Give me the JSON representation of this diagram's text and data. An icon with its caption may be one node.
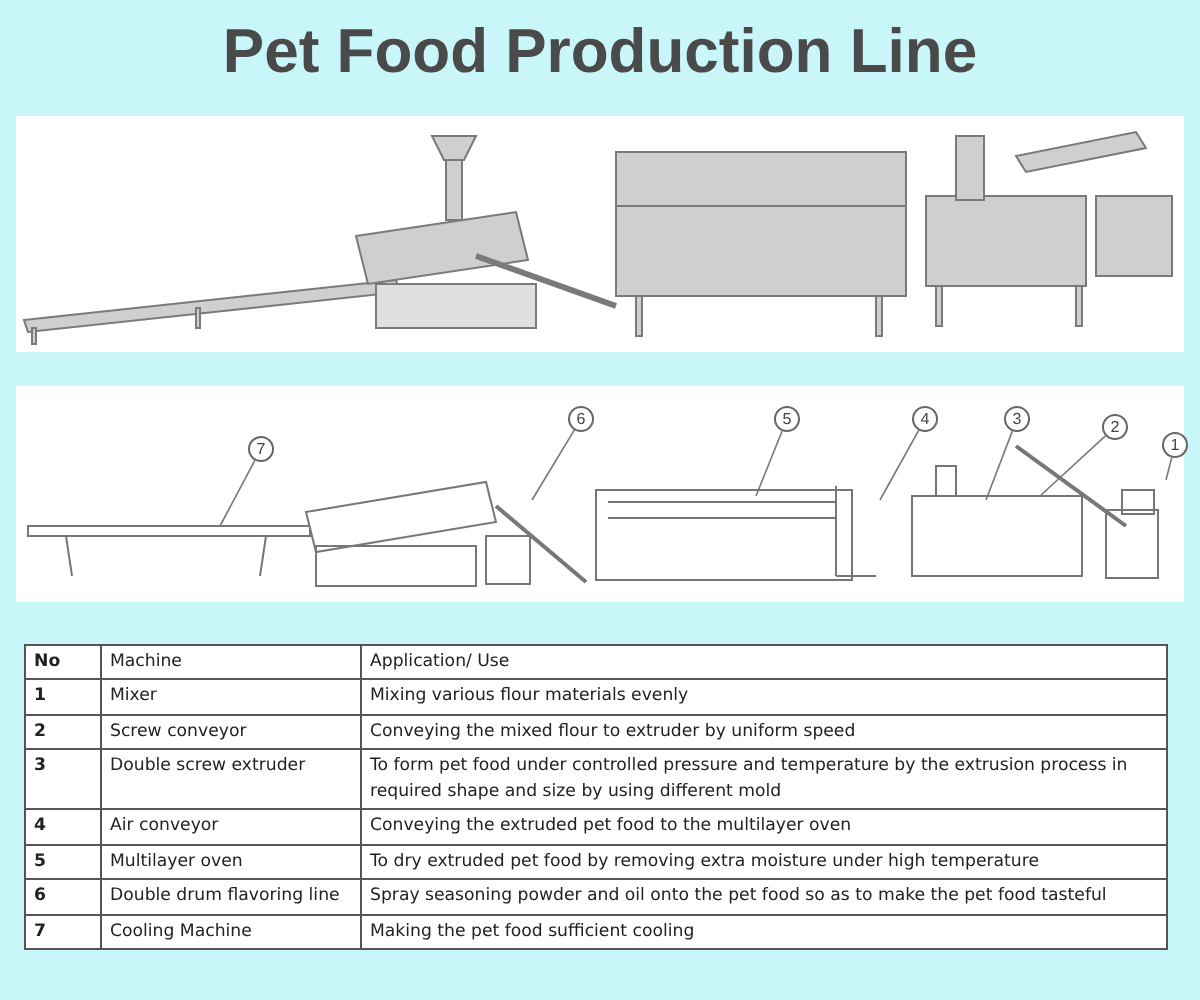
{
  "diagram": {
    "title": "Pet Food Production Line",
    "nodes": [
      {
        "text": [
          "7"
        ]
      },
      {
        "text": [
          "6"
        ]
      },
      {
        "text": [
          "5"
        ]
      },
      {
        "text": [
          "4"
        ]
      },
      {
        "text": [
          "3"
        ]
      },
      {
        "text": [
          "2"
        ]
      },
      {
        "text": [
          "1"
        ]
      }
    ],
    "edges": [
      {
        "from": 0,
        "to": null,
        "arrow": "none"
      },
      {
        "from": 1,
        "to": null,
        "arrow": "none"
      },
      {
        "from": 2,
        "to": null,
        "arrow": "none"
      },
      {
        "from": 3,
        "to": null,
        "arrow": "none"
      },
      {
        "from": 4,
        "to": null,
        "arrow": "none"
      },
      {
        "from": 5,
        "to": null,
        "arrow": "none"
      },
      {
        "from": 6,
        "to": null,
        "arrow": "none"
      }
    ],
    "labels": [
      "No",
      "Machine",
      "Application/ Use",
      "1",
      "Mixer",
      "Mixing various flour materials evenly",
      "2",
      "Screw conveyor",
      "Conveying the mixed flour to extruder by uniform speed",
      "3",
      "Double screw extruder",
      "To form pet food under controlled pressure and temperature by the extrusion process in required shape and size by using different mold",
      "4",
      "Air conveyor",
      "Conveying the extruded pet food to the multilayer oven",
      "5",
      "Multilayer oven",
      "To dry extruded pet food by removing extra moisture under high temperature",
      "6",
      "Double drum flavoring line",
      "Spray seasoning powder and oil onto the pet food so as to make the pet food tasteful",
      "7",
      "Cooling Machine",
      "Making the pet food sufficient cooling"
    ]
  }
}
